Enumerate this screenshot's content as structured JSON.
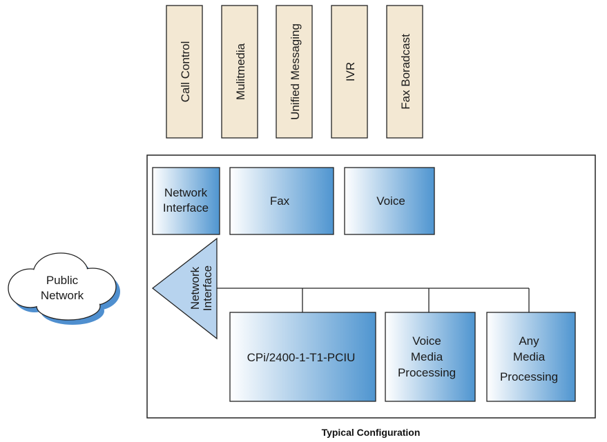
{
  "app_boxes": [
    {
      "label": "Call Control"
    },
    {
      "label": "Mulitmedia"
    },
    {
      "label": "Unified Messaging"
    },
    {
      "label": "IVR"
    },
    {
      "label": "Fax Boradcast"
    }
  ],
  "top_blocks": {
    "network_interface": [
      "Network",
      "Interface"
    ],
    "fax": "Fax",
    "voice": "Voice"
  },
  "triangle": {
    "lines": [
      "Network",
      "Interface"
    ]
  },
  "cloud": {
    "lines": [
      "Public",
      "Network"
    ]
  },
  "boards": {
    "cpi": "CPi/2400-1-T1-PCIU",
    "voice_media": [
      "Voice",
      "Media",
      "Processing"
    ],
    "any_media": [
      "Any",
      "Media",
      "Processing"
    ]
  },
  "caption": "Typical Configuration",
  "colors": {
    "app_box_fill": "#f3e8d3",
    "block_gradient_start": "#ffffff",
    "block_gradient_end": "#4f95d0",
    "triangle_fill": "#b7d3ee",
    "cloud_shadow": "#4f8fcf",
    "outline": "#222222"
  }
}
